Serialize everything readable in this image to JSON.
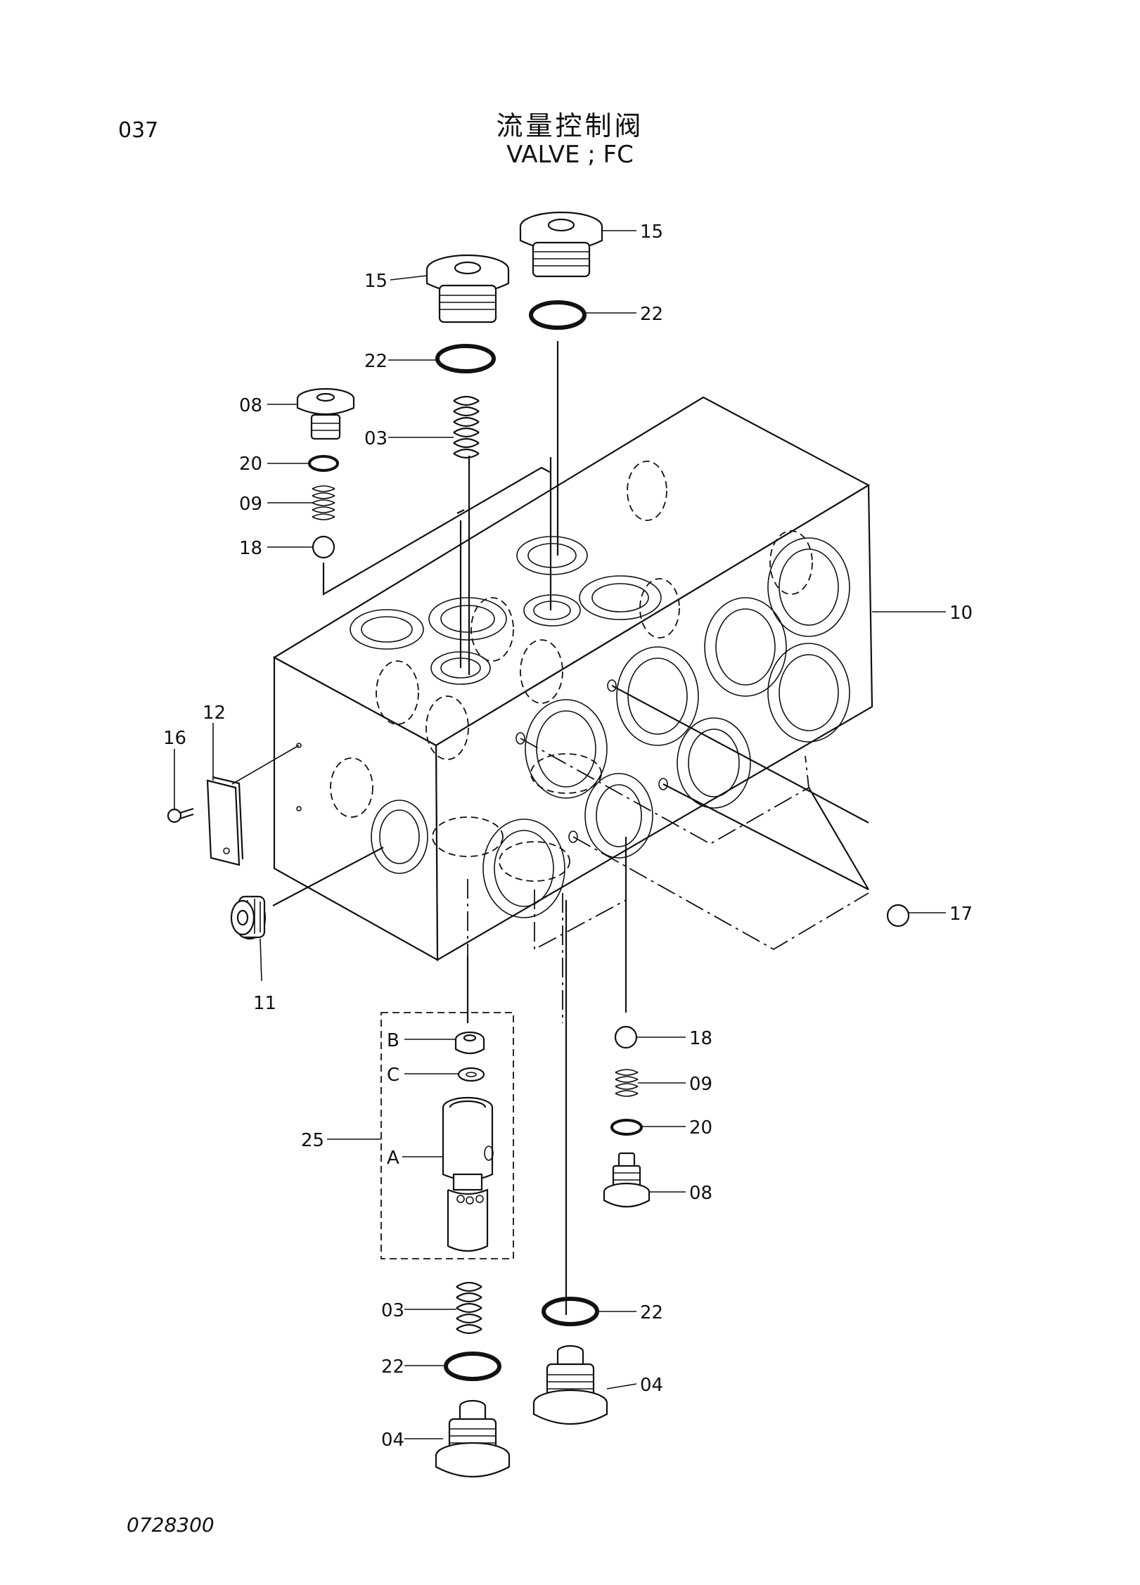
{
  "page_number": "037",
  "title_cn": "流量控制阀",
  "title_en": "VALVE ; FC",
  "doc_code": "0728300",
  "labels": {
    "p15a": "15",
    "p15b": "15",
    "p22a": "22",
    "p22b": "22",
    "p22c": "22",
    "p22d": "22",
    "p08a": "08",
    "p08b": "08",
    "p03a": "03",
    "p03b": "03",
    "p20a": "20",
    "p20b": "20",
    "p09a": "09",
    "p09b": "09",
    "p18a": "18",
    "p18b": "18",
    "p10": "10",
    "p12": "12",
    "p16": "16",
    "p17": "17",
    "p11": "11",
    "pB": "B",
    "pC": "C",
    "p25": "25",
    "pA": "A",
    "p04a": "04",
    "p04b": "04"
  }
}
